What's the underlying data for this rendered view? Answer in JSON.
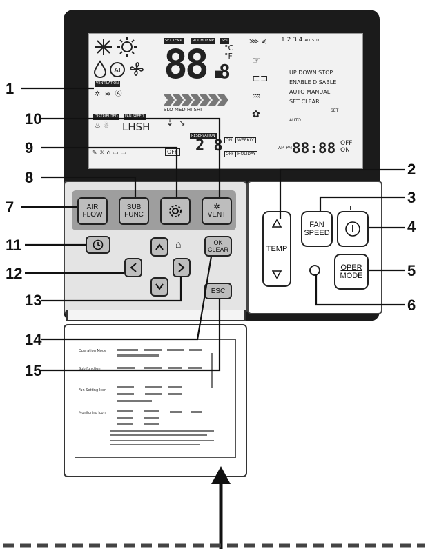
{
  "callouts": [
    "1",
    "2",
    "3",
    "4",
    "5",
    "6",
    "7",
    "8",
    "9",
    "10",
    "11",
    "12",
    "13",
    "14",
    "15"
  ],
  "lcd": {
    "tag_set_temp": "SET TEMP",
    "tag_room_temp": "ROOM TEMP",
    "tag_set": "SET",
    "digits": "88.",
    "digit_small": "8",
    "unit_c": "°C",
    "unit_f": "°F",
    "ventilation_label": "VENTILATION",
    "fan_speeds": "SLO   MED   HI   SHI",
    "lhsh": "LHSH",
    "tag_fan_speed": "FAN SPEED",
    "tag_reservation": "RESERVATION",
    "tag_distributed": "DISTRIBUTED",
    "numbers": "1 2 3 4",
    "all_std": "ALL STD",
    "up_down_stop": "UP DOWN STOP",
    "enable_disable": "ENABLE DISABLE",
    "auto_manual": "AUTO MANUAL",
    "set_clear": "SET CLEAR",
    "set": "SET",
    "auto": "AUTO",
    "on": "ON",
    "off": "OFF",
    "weekly": "WEEKLY",
    "holiday": "HOLIDAY",
    "am_pm": "AM PM",
    "clock_digits": "88:88",
    "off_on": "OFF ON"
  },
  "buttons": {
    "air_flow": [
      "AIR",
      "FLOW"
    ],
    "sub_func": [
      "SUB",
      "FUNC"
    ],
    "vent": "VENT",
    "ok": "OK",
    "clear": "CLEAR",
    "esc": "ESC",
    "fan_speed": [
      "FAN",
      "SPEED"
    ],
    "temp": "TEMP",
    "oper_mode": [
      "OPER",
      "MODE"
    ]
  },
  "card": {
    "rows": [
      "Operation Mode",
      "Sub function",
      "Fan Setting Icon",
      "Monitoring Icon"
    ]
  }
}
